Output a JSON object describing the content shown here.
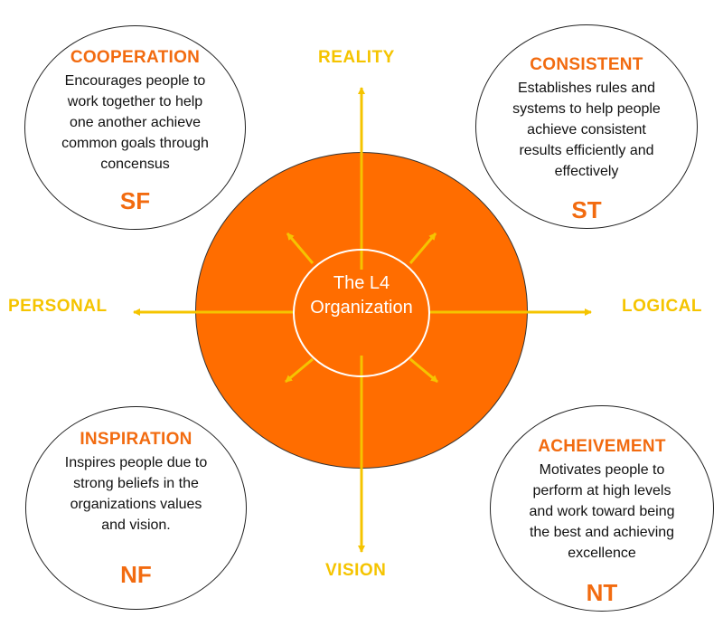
{
  "colors": {
    "accent": "#FF6D00",
    "axis": "#F5C400",
    "text_orange": "#F26B10",
    "outline": "#222222",
    "core_ring": "#FFFFFF"
  },
  "core": {
    "line1": "The L4",
    "line2": "Organization"
  },
  "axes": {
    "top": "REALITY",
    "bottom": "VISION",
    "left": "PERSONAL",
    "right": "LOGICAL"
  },
  "quadrants": {
    "top_left": {
      "title": "COOPERATION",
      "lines": [
        "Encourages people to",
        "work together to help",
        "one another achieve",
        "common goals through",
        "concensus"
      ],
      "code": "SF"
    },
    "top_right": {
      "title": "CONSISTENT",
      "lines": [
        "Establishes rules and",
        "systems to help people",
        "achieve consistent",
        "results efficiently and",
        "effectively"
      ],
      "code": "ST"
    },
    "bottom_left": {
      "title": "INSPIRATION",
      "lines": [
        "Inspires people due to",
        "strong beliefs in the",
        "organizations values",
        "and vision."
      ],
      "code": "NF"
    },
    "bottom_right": {
      "title": "ACHEIVEMENT",
      "lines": [
        "Motivates people to",
        "perform at high levels",
        "and work toward being",
        "the best and achieving",
        "excellence"
      ],
      "code": "NT"
    }
  }
}
